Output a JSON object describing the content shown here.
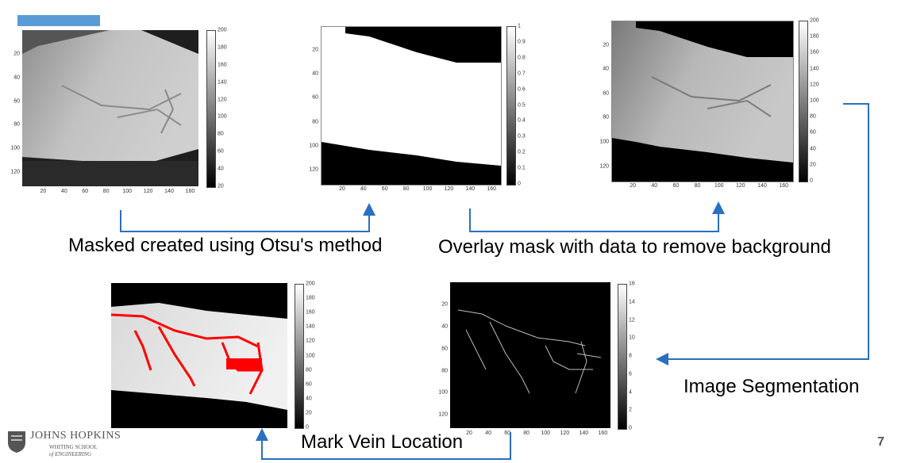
{
  "slide": {
    "number": "7",
    "accent_color": "#5b9bd5",
    "arrow_color": "#2a6fc0"
  },
  "captions": {
    "otsu": "Masked created using Otsu's method",
    "overlay": "Overlay mask with data to remove background",
    "segmentation": "Image Segmentation",
    "mark_vein": "Mark Vein Location"
  },
  "logo": {
    "line1": "JOHNS HOPKINS",
    "line2": "WHITING SCHOOL",
    "line3": "of ENGINEERING"
  },
  "panels": {
    "p1": {
      "y_ticks": [
        "20",
        "40",
        "60",
        "80",
        "100",
        "120"
      ],
      "x_ticks": [
        "20",
        "40",
        "60",
        "80",
        "100",
        "120",
        "140",
        "160"
      ],
      "cbar_ticks": [
        "200",
        "180",
        "160",
        "140",
        "120",
        "100",
        "80",
        "60",
        "40",
        "20"
      ]
    },
    "p2": {
      "y_ticks": [
        "20",
        "40",
        "60",
        "80",
        "100",
        "120"
      ],
      "x_ticks": [
        "20",
        "40",
        "60",
        "80",
        "100",
        "120",
        "140",
        "160"
      ],
      "cbar_ticks": [
        "1",
        "0.9",
        "0.8",
        "0.7",
        "0.6",
        "0.5",
        "0.4",
        "0.3",
        "0.2",
        "0.1",
        "0"
      ]
    },
    "p3": {
      "y_ticks": [
        "20",
        "40",
        "60",
        "80",
        "100",
        "120"
      ],
      "x_ticks": [
        "20",
        "40",
        "60",
        "80",
        "100",
        "120",
        "140",
        "160"
      ],
      "cbar_ticks": [
        "200",
        "180",
        "160",
        "140",
        "120",
        "100",
        "80",
        "60",
        "40",
        "20",
        "0"
      ]
    },
    "p4": {
      "cbar_ticks": [
        "200",
        "180",
        "160",
        "140",
        "120",
        "100",
        "80",
        "60",
        "40",
        "20",
        "0"
      ]
    },
    "p5": {
      "y_ticks": [
        "20",
        "40",
        "60",
        "80",
        "100",
        "120"
      ],
      "x_ticks": [
        "20",
        "40",
        "60",
        "80",
        "100",
        "120",
        "140",
        "160"
      ],
      "cbar_ticks": [
        "16",
        "14",
        "12",
        "10",
        "8",
        "6",
        "4",
        "2",
        "0"
      ]
    }
  }
}
